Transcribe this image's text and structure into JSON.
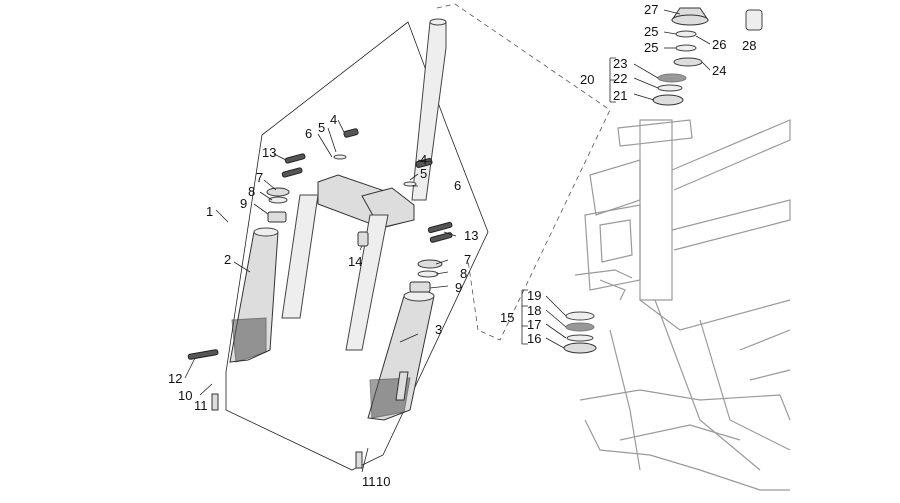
{
  "diagram": {
    "callouts": [
      {
        "id": "c1",
        "text": "1"
      },
      {
        "id": "c2",
        "text": "2"
      },
      {
        "id": "c3",
        "text": "3"
      },
      {
        "id": "c4a",
        "text": "4"
      },
      {
        "id": "c4b",
        "text": "4"
      },
      {
        "id": "c5a",
        "text": "5"
      },
      {
        "id": "c5b",
        "text": "5"
      },
      {
        "id": "c6a",
        "text": "6"
      },
      {
        "id": "c6b",
        "text": "6"
      },
      {
        "id": "c7a",
        "text": "7"
      },
      {
        "id": "c7b",
        "text": "7"
      },
      {
        "id": "c8a",
        "text": "8"
      },
      {
        "id": "c8b",
        "text": "8"
      },
      {
        "id": "c9a",
        "text": "9"
      },
      {
        "id": "c9b",
        "text": "9"
      },
      {
        "id": "c10a",
        "text": "10"
      },
      {
        "id": "c10b",
        "text": "10"
      },
      {
        "id": "c11a",
        "text": "11"
      },
      {
        "id": "c11b",
        "text": "11"
      },
      {
        "id": "c12",
        "text": "12"
      },
      {
        "id": "c13a",
        "text": "13"
      },
      {
        "id": "c13b",
        "text": "13"
      },
      {
        "id": "c14",
        "text": "14"
      },
      {
        "id": "c15",
        "text": "15"
      },
      {
        "id": "c16",
        "text": "16"
      },
      {
        "id": "c17",
        "text": "17"
      },
      {
        "id": "c18",
        "text": "18"
      },
      {
        "id": "c19",
        "text": "19"
      },
      {
        "id": "c20",
        "text": "20"
      },
      {
        "id": "c21",
        "text": "21"
      },
      {
        "id": "c22",
        "text": "22"
      },
      {
        "id": "c23",
        "text": "23"
      },
      {
        "id": "c24",
        "text": "24"
      },
      {
        "id": "c25a",
        "text": "25"
      },
      {
        "id": "c25b",
        "text": "25"
      },
      {
        "id": "c26",
        "text": "26"
      },
      {
        "id": "c27",
        "text": "27"
      },
      {
        "id": "c28",
        "text": "28"
      }
    ]
  }
}
